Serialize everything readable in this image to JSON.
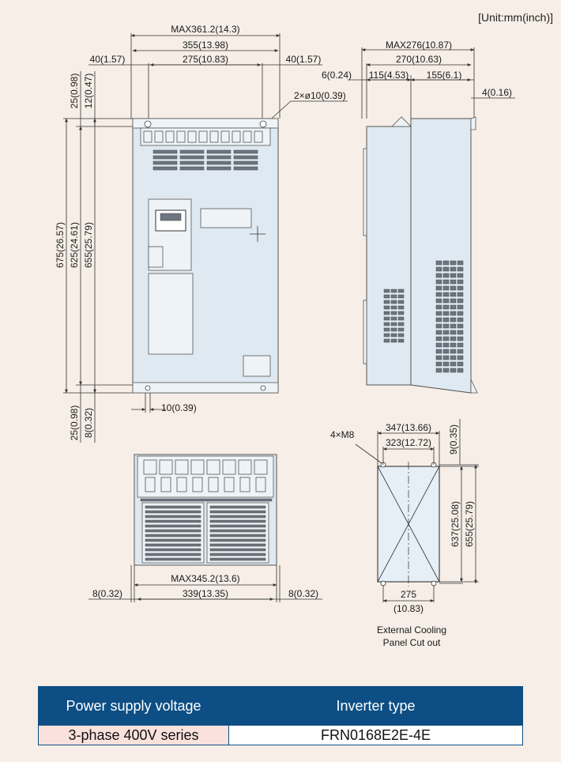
{
  "unit_label": "[Unit:mm(inch)]",
  "front_view": {
    "dim_max_width": "MAX361.2(14.3)",
    "dim_outer_width": "355(13.98)",
    "dim_left_margin": "40(1.57)",
    "dim_hole_pitch": "275(10.83)",
    "dim_right_margin": "40(1.57)",
    "dim_top_25": "25(0.98)",
    "dim_top_12": "12(0.47)",
    "dim_hole_note": "2×ø10(0.39)",
    "dim_height_675": "675(26.57)",
    "dim_height_625": "625(24.61)",
    "dim_height_655": "655(25.79)",
    "dim_bottom_25": "25(0.98)",
    "dim_bottom_8": "8(0.32)",
    "dim_slot": "10(0.39)"
  },
  "side_view": {
    "dim_max_depth": "MAX276(10.87)",
    "dim_depth": "270(10.63)",
    "dim_6": "6(0.24)",
    "dim_115": "115(4.53)",
    "dim_155": "155(6.1)",
    "dim_4": "4(0.16)"
  },
  "bottom_view": {
    "dim_max_width": "MAX345.2(13.6)",
    "dim_339": "339(13.35)",
    "dim_left_8": "8(0.32)",
    "dim_right_8": "8(0.32)"
  },
  "cutout": {
    "screw_note": "4×M8",
    "dim_347": "347(13.66)",
    "dim_323": "323(12.72)",
    "dim_9": "9(0.35)",
    "dim_637": "637(25.08)",
    "dim_655": "655(25.79)",
    "dim_275": "275",
    "dim_275_inch": "(10.83)",
    "caption_line1": "External Cooling",
    "caption_line2": "Panel Cut out"
  },
  "table": {
    "header_col1": "Power supply voltage",
    "header_col2": "Inverter type",
    "row_col1": "3-phase 400V series",
    "row_col2": "FRN0168E2E-4E"
  }
}
